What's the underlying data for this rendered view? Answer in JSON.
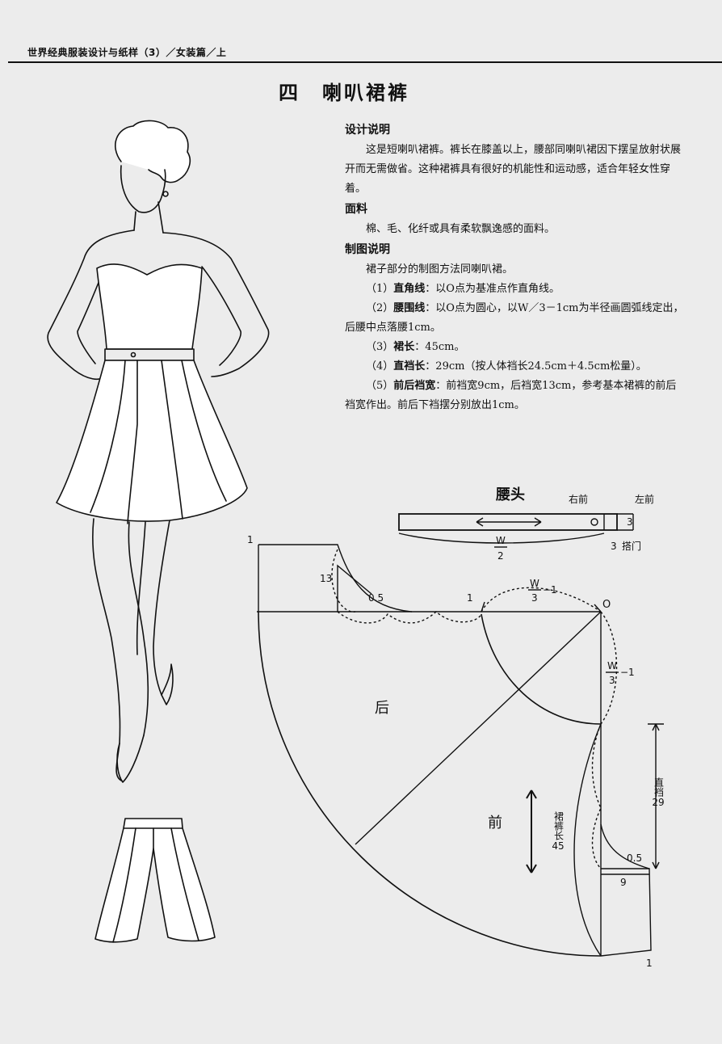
{
  "running_head": "世界经典服装设计与纸样（3）／女装篇／上",
  "title": "四　喇叭裙裤",
  "design": {
    "heading": "设计说明",
    "text": "这是短喇叭裙裤。裤长在膝盖以上，腰部同喇叭裙因下摆呈放射状展开而无需做省。这种裙裤具有很好的机能性和运动感，适合年轻女性穿着。"
  },
  "fabric": {
    "heading": "面料",
    "text": "棉、毛、化纤或具有柔软飘逸感的面料。"
  },
  "drafting": {
    "heading": "制图说明",
    "intro": "裙子部分的制图方法同喇叭裙。",
    "steps": [
      {
        "num": "（1）",
        "term": "直角线",
        "text": "：以O点为基准点作直角线。"
      },
      {
        "num": "（2）",
        "term": "腰围线",
        "text": "：以O点为圆心，以W／3－1cm为半径画圆弧线定出，后腰中点落腰1cm。"
      },
      {
        "num": "（3）",
        "term": "裙长",
        "text": "：45cm。"
      },
      {
        "num": "（4）",
        "term": "直裆长",
        "text": "：29cm（按人体裆长24.5cm＋4.5cm松量）。"
      },
      {
        "num": "（5）",
        "term": "前后裆宽",
        "text": "：前裆宽9cm，后裆宽13cm，参考基本裙裤的前后裆宽作出。前后下裆摆分别放出1cm。"
      }
    ]
  },
  "diagram": {
    "waistband_title": "腰头",
    "right_front": "右前",
    "left_front": "左前",
    "w_label": "W",
    "over2": "2",
    "overlap_label": "搭门",
    "num_3a": "3",
    "num_3b": "3",
    "num_1_top": "1",
    "num_13": "13",
    "num_05_back": "0.5",
    "num_1_mid": "1",
    "w3_top_num": "W",
    "w3_top_den": "3",
    "w3_top_minus": "−1",
    "o_point": "O",
    "w3_side_num": "W",
    "w3_side_den": "3",
    "w3_side_minus": "−1",
    "back_label": "后",
    "front_label": "前",
    "crotch_label": "直裆",
    "crotch_value": "29",
    "skirt_len_label": "裙裤长",
    "skirt_len_value": "45",
    "num_05_front": "0.5",
    "num_9": "9",
    "num_1_bottom": "1"
  }
}
